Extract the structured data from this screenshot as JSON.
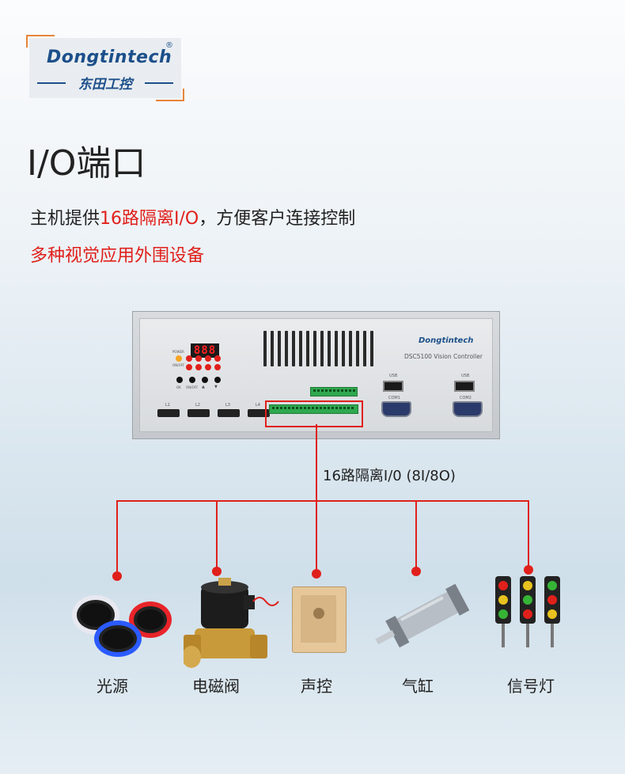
{
  "logo": {
    "english": "Dongtintech",
    "registered": "®",
    "chinese": "东田工控"
  },
  "page_title": "I/O端口",
  "description": {
    "line1_prefix": "主机提供",
    "line1_highlight": "16路隔离I/O",
    "line1_suffix": "，方便客户连接控制",
    "line2": "多种视觉应用外围设备"
  },
  "device": {
    "brand": "Dongtintech",
    "model": "DSC5100 Vision Controller",
    "display": "888",
    "power_label": "POWER",
    "onoff_label": "ON/OFF",
    "button_labels": [
      "OK",
      "ON/OFF",
      "▲",
      "▼"
    ],
    "port_labels": [
      "L1",
      "L2",
      "L3",
      "L4"
    ],
    "usb_label": "USB",
    "com1_label": "COM1",
    "com2_label": "COM2"
  },
  "io_label": "16路隔离I/0 (8I/8O)",
  "peripherals": [
    {
      "label": "光源",
      "icon": "ring-light-icon"
    },
    {
      "label": "电磁阀",
      "icon": "solenoid-valve-icon"
    },
    {
      "label": "声控",
      "icon": "sound-control-icon"
    },
    {
      "label": "气缸",
      "icon": "air-cylinder-icon"
    },
    {
      "label": "信号灯",
      "icon": "signal-light-icon"
    }
  ],
  "colors": {
    "accent": "#e0201b",
    "brand": "#1c4f8a",
    "logo_corner": "#e8843a"
  }
}
